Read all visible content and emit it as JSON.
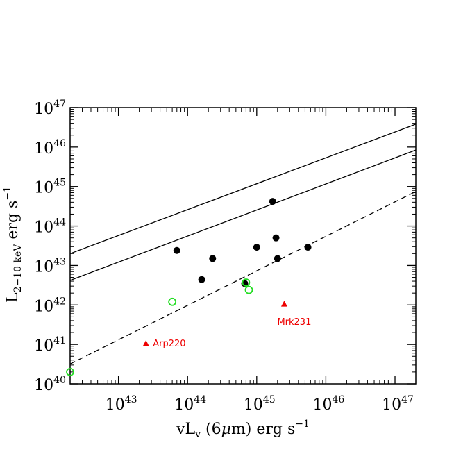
{
  "chart_data": {
    "type": "scatter",
    "x_scale": "log",
    "y_scale": "log",
    "xlim": [
      2e+42,
      2e+47
    ],
    "ylim": [
      1e+40,
      1e+47
    ],
    "grid": false,
    "x_ticks": [
      {
        "base": "10",
        "exp": "43",
        "value": 1e+43
      },
      {
        "base": "10",
        "exp": "44",
        "value": 1e+44
      },
      {
        "base": "10",
        "exp": "45",
        "value": 1e+45
      },
      {
        "base": "10",
        "exp": "46",
        "value": 1e+46
      },
      {
        "base": "10",
        "exp": "47",
        "value": 1e+47
      }
    ],
    "y_ticks": [
      {
        "base": "10",
        "exp": "40",
        "value": 1e+40
      },
      {
        "base": "10",
        "exp": "41",
        "value": 1e+41
      },
      {
        "base": "10",
        "exp": "42",
        "value": 1e+42
      },
      {
        "base": "10",
        "exp": "43",
        "value": 1e+43
      },
      {
        "base": "10",
        "exp": "44",
        "value": 1e+44
      },
      {
        "base": "10",
        "exp": "45",
        "value": 1e+45
      },
      {
        "base": "10",
        "exp": "46",
        "value": 1e+46
      },
      {
        "base": "10",
        "exp": "47",
        "value": 1e+47
      }
    ],
    "xlabel": {
      "pre": "vL",
      "sub": "v",
      "mid": " (6",
      "mu": "μ",
      "post": "m) erg s",
      "sup": "−1"
    },
    "ylabel": {
      "pre": "L",
      "sub": "2−10 keV",
      "post": " erg s",
      "sup": "−1"
    },
    "lines": [
      {
        "style": "solid",
        "color": "#000000",
        "points": [
          [
            2e+42,
            2e+43
          ],
          [
            2e+47,
            3.8e+46
          ]
        ]
      },
      {
        "style": "solid",
        "color": "#000000",
        "points": [
          [
            2e+42,
            4.2e+42
          ],
          [
            2e+47,
            8.4e+45
          ]
        ]
      },
      {
        "style": "dashed",
        "color": "#000000",
        "points": [
          [
            2e+42,
            3.2e+40
          ],
          [
            2e+47,
            7.5e+44
          ]
        ]
      }
    ],
    "series": [
      {
        "marker": "filled-circle",
        "color": "#000000",
        "points": [
          [
            7e+43,
            2.4e+43
          ],
          [
            1.6e+44,
            4.4e+42
          ],
          [
            2.3e+44,
            1.5e+43
          ],
          [
            6.7e+44,
            3.5e+42
          ],
          [
            1e+45,
            2.9e+43
          ],
          [
            1.7e+45,
            4.2e+44
          ],
          [
            1.9e+45,
            5e+43
          ],
          [
            2e+45,
            1.5e+43
          ],
          [
            5.5e+45,
            2.9e+43
          ]
        ]
      },
      {
        "marker": "open-circle",
        "color": "#22dd22",
        "points": [
          [
            2e+42,
            2e+40
          ],
          [
            6e+43,
            1.2e+42
          ],
          [
            7e+44,
            3.7e+42
          ],
          [
            7.7e+44,
            2.4e+42
          ]
        ]
      },
      {
        "marker": "filled-triangle",
        "color": "#ee0000",
        "points": [
          {
            "x": 2.5e+43,
            "y": 1.05e+41,
            "label": "Arp220"
          },
          {
            "x": 2.5e+45,
            "y": 1.05e+42,
            "label": "Mrk231"
          }
        ]
      }
    ]
  }
}
